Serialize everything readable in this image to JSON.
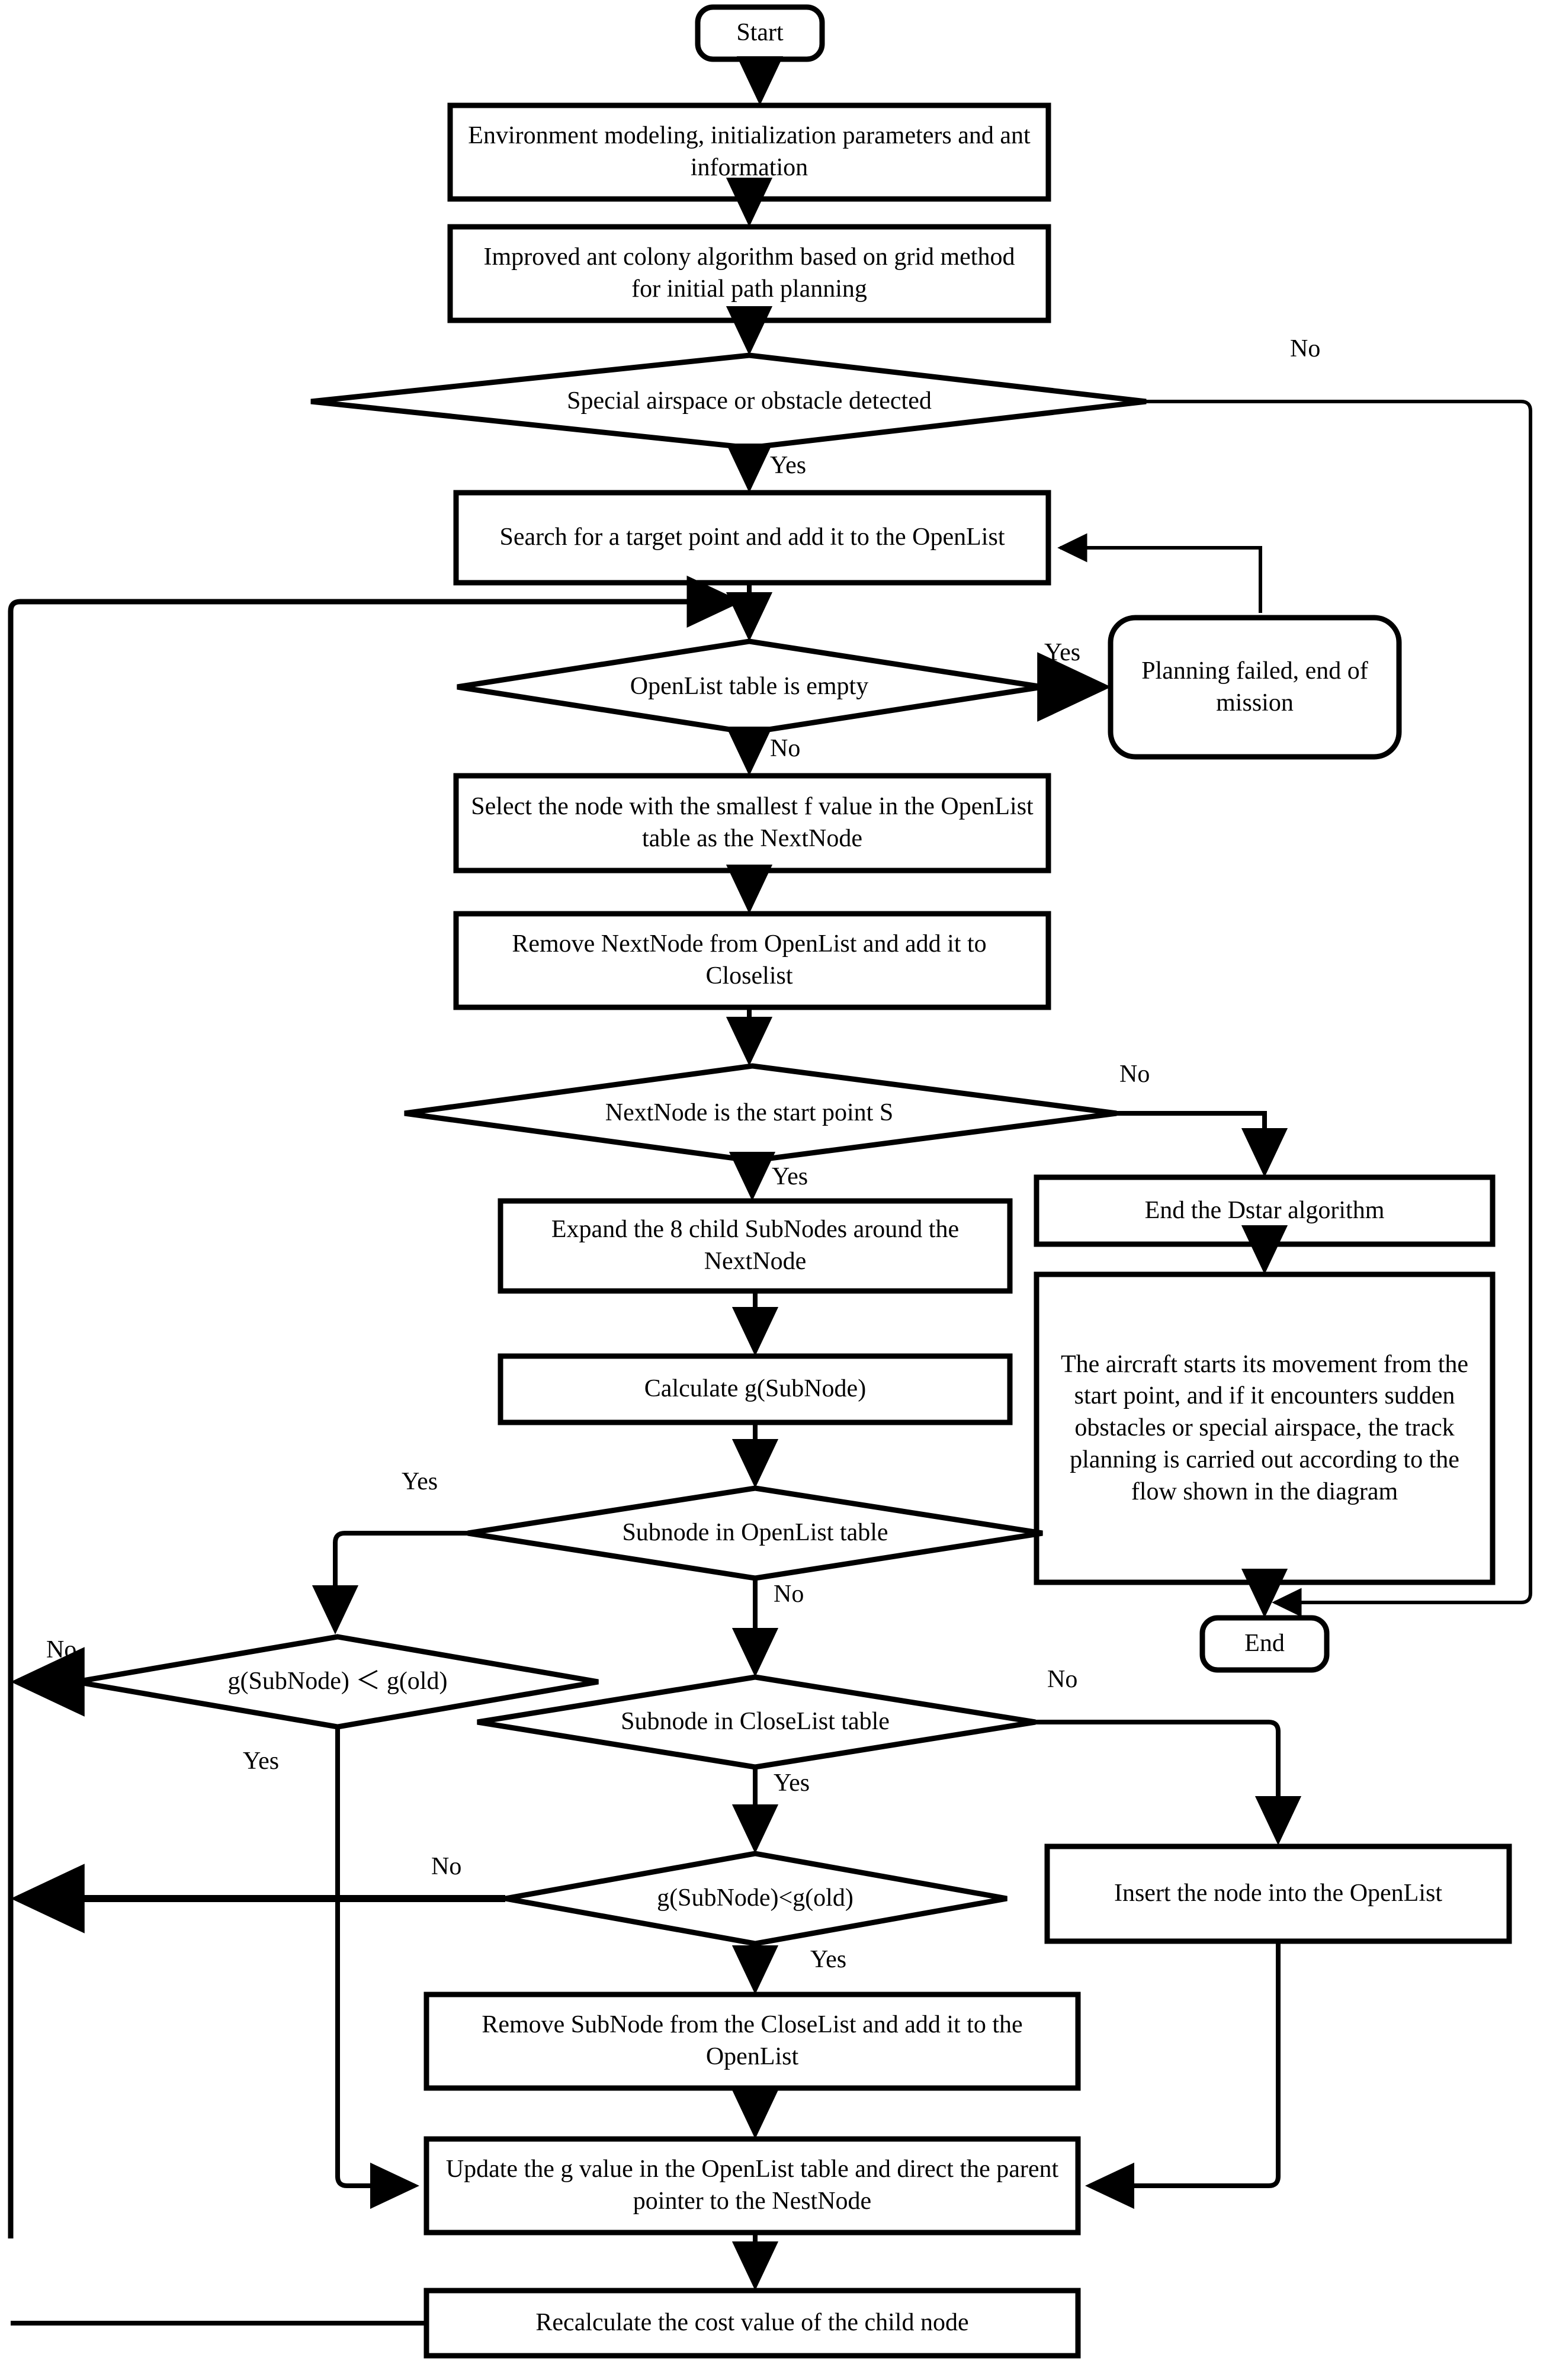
{
  "diagram": {
    "title": "Improved ant colony and Dstar path planning flowchart",
    "stroke_color": "#000000",
    "fill_color": "#ffffff",
    "background": "#ffffff"
  },
  "nodes": {
    "start": {
      "label": "Start",
      "shape": "terminator"
    },
    "env_model": {
      "label": "Environment modeling, initialization parameters and ant information",
      "shape": "process"
    },
    "ant_colony": {
      "label": "Improved ant colony algorithm based on grid method for initial path planning",
      "shape": "process"
    },
    "special_airspace": {
      "label": "Special airspace or obstacle detected",
      "shape": "decision"
    },
    "search_target": {
      "label": "Search for a target point and add it to the OpenList",
      "shape": "process"
    },
    "openlist_empty": {
      "label": "OpenList table is empty",
      "shape": "decision"
    },
    "planning_failed": {
      "label": "Planning failed, end of mission",
      "shape": "terminator"
    },
    "select_node": {
      "label": "Select the node with the smallest f value in the OpenList table as the NextNode",
      "shape": "process"
    },
    "remove_nextnode": {
      "label": "Remove NextNode from OpenList and add it to Closelist",
      "shape": "process"
    },
    "nextnode_start": {
      "label": "NextNode is the start point S",
      "shape": "decision"
    },
    "end_dstar": {
      "label": "End the Dstar algorithm",
      "shape": "process"
    },
    "aircraft_move": {
      "label": "The aircraft starts its movement from the start point, and if it encounters sudden obstacles or special airspace, the track planning is carried out according to the flow shown in the diagram",
      "shape": "process"
    },
    "end": {
      "label": "End",
      "shape": "terminator"
    },
    "expand_sub": {
      "label": "Expand the 8 child SubNodes around the NextNode",
      "shape": "process"
    },
    "calc_g": {
      "label": "Calculate g(SubNode)",
      "shape": "process"
    },
    "subnode_open": {
      "label": "Subnode in OpenList table",
      "shape": "decision"
    },
    "g_lt_old_a": {
      "label": "g(SubNode) ＜ g(old)",
      "shape": "decision"
    },
    "subnode_close": {
      "label": "Subnode in CloseList table",
      "shape": "decision"
    },
    "g_lt_old_b": {
      "label": "g(SubNode)<g(old)",
      "shape": "decision"
    },
    "insert_node": {
      "label": "Insert the node into the OpenList",
      "shape": "process"
    },
    "remove_subnode": {
      "label": "Remove SubNode from the CloseList and add it to the OpenList",
      "shape": "process"
    },
    "update_g": {
      "label": "Update the g value in the OpenList table and direct the parent pointer to the NestNode",
      "shape": "process"
    },
    "recalculate": {
      "label": "Recalculate the cost value of the child node",
      "shape": "process"
    }
  },
  "edge_labels": {
    "airspace_no": "No",
    "airspace_yes": "Yes",
    "openlist_yes": "Yes",
    "openlist_no": "No",
    "nextnode_no": "No",
    "nextnode_yes": "Yes",
    "subopen_yes": "Yes",
    "subopen_no": "No",
    "gltolda_no": "No",
    "gltolda_yes": "Yes",
    "subclose_no": "No",
    "subclose_yes": "Yes",
    "gltoldb_no": "No",
    "gltoldb_yes": "Yes"
  }
}
